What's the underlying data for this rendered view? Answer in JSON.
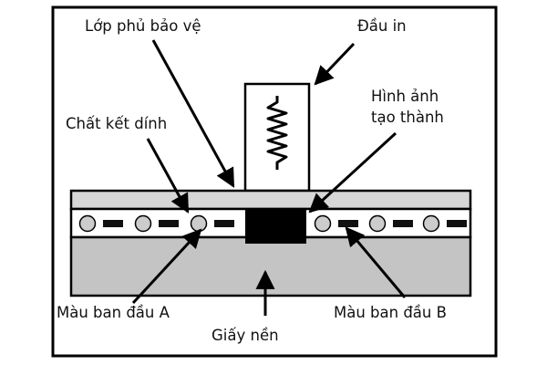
{
  "diagram": {
    "labels": {
      "protective_layer": "Lớp phủ bảo vệ",
      "print_head": "Đầu in",
      "adhesive": "Chất kết dính",
      "image_formed_line1": "Hình ảnh",
      "image_formed_line2": "tạo thành",
      "dye_a": "Màu ban đầu A",
      "dye_b": "Màu ban đầu B",
      "base_paper": "Giấy nền"
    },
    "colors": {
      "frame": "#000000",
      "protective_layer": "#d6d6d6",
      "dye_layer": "#ffffff",
      "base_paper": "#c4c4c4",
      "formed_image": "#000000",
      "microcapsule": "#cccccc",
      "dye_bar": "#111111"
    },
    "icons": {
      "print_head_element": "zigzag-heater-icon",
      "microcapsule": "circle-capsule-icon",
      "dye_molecule": "bar-icon"
    }
  }
}
